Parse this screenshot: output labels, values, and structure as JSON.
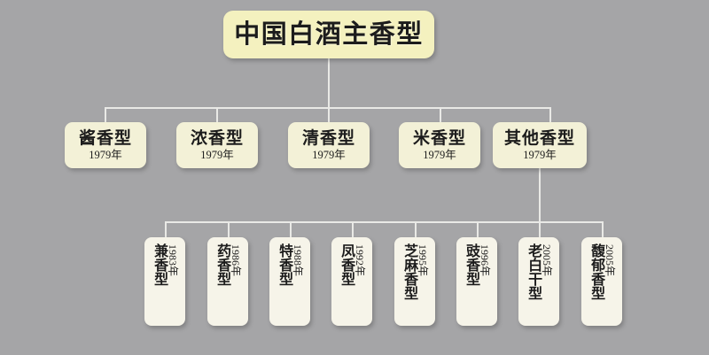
{
  "meta": {
    "background_color": "#a5a5a7",
    "line_color": "#e9e9e6",
    "root_box_color": "#f4f1bf",
    "level2_box_color": "#f3f1d7",
    "level3_box_color": "#f6f4e9",
    "text_color": "#1c1c1c"
  },
  "root": {
    "title": "中国白酒主香型"
  },
  "level2": [
    {
      "name": "酱香型",
      "year": "1979年"
    },
    {
      "name": "浓香型",
      "year": "1979年"
    },
    {
      "name": "清香型",
      "year": "1979年"
    },
    {
      "name": "米香型",
      "year": "1979年"
    },
    {
      "name": "其他香型",
      "year": "1979年"
    }
  ],
  "level3": [
    {
      "name": "兼香型",
      "year": "1983年"
    },
    {
      "name": "药香型",
      "year": "1986年"
    },
    {
      "name": "特香型",
      "year": "1988年"
    },
    {
      "name": "凤香型",
      "year": "1992年"
    },
    {
      "name": "芝麻香型",
      "year": "1995年"
    },
    {
      "name": "豉香型",
      "year": "1996年"
    },
    {
      "name": "老白干型",
      "year": "2005年"
    },
    {
      "name": "馥郁香型",
      "year": "2005年"
    }
  ]
}
